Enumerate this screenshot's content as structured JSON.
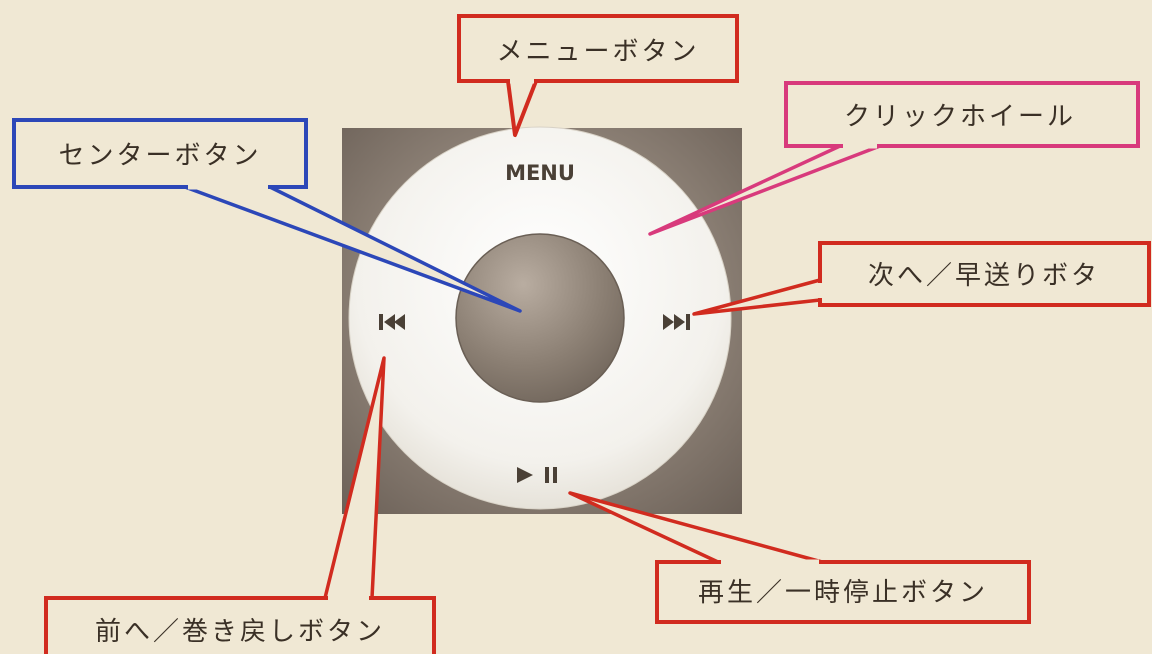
{
  "diagram": {
    "wheel_labels": {
      "menu": "MENU"
    },
    "callouts": {
      "menu_button": "メニューボタン",
      "center_button": "センターボタン",
      "click_wheel": "クリックホイール",
      "next_button": "次へ／早送りボタ",
      "play_pause_button": "再生／一時停止ボタン",
      "prev_button": "前へ／巻き戻しボタン"
    },
    "icons": {
      "previous": "previous-track-icon",
      "next": "next-track-icon",
      "play_pause": "play-pause-icon"
    },
    "colors": {
      "background": "#f0e8d4",
      "device_body": "#7b6f64",
      "wheel": "#f4f2ec",
      "center_button": "#8a7e74",
      "callout_red": "#d12b1f",
      "callout_blue": "#2c47b8",
      "callout_pink": "#d83a7c"
    }
  }
}
